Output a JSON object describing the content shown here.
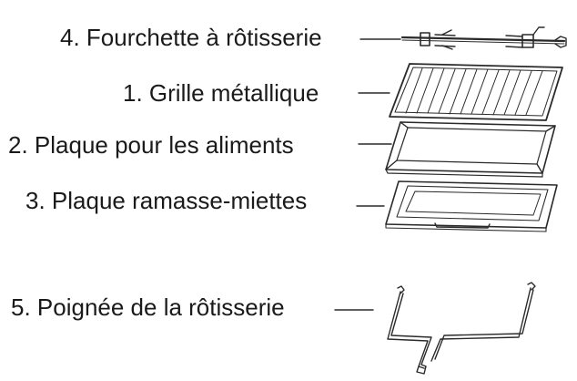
{
  "labels": {
    "fork": "4. Fourchette à rôtisserie",
    "grill": "1. Grille métallique",
    "food_tray": "2. Plaque pour les aliments",
    "crumb_tray": "3. Plaque ramasse-miettes",
    "handle": "5. Poignée de la rôtisserie"
  },
  "colors": {
    "line": "#2a2a2a",
    "background": "#ffffff"
  },
  "icons": [
    "rotisserie-fork-illustration",
    "wire-rack-illustration",
    "food-tray-illustration",
    "crumb-tray-illustration",
    "rotisserie-handle-illustration"
  ]
}
